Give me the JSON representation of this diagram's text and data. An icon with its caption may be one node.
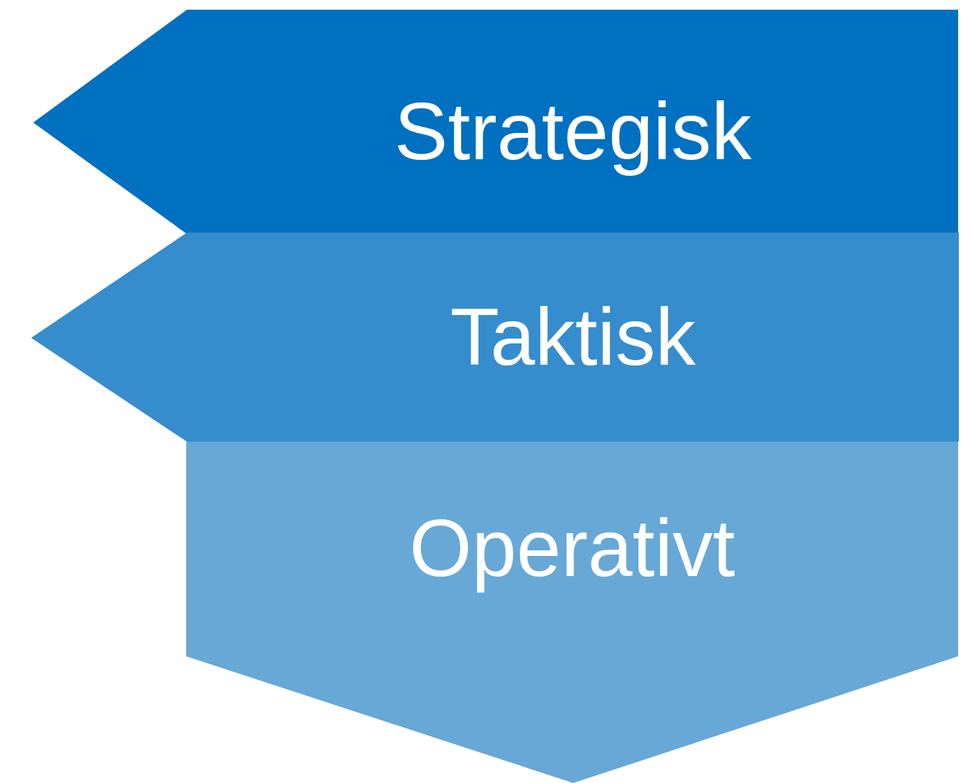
{
  "diagram": {
    "nodes": [
      {
        "text": [
          "Strategisk"
        ]
      },
      {
        "text": [
          "Taktisk"
        ]
      },
      {
        "text": [
          "Operativt"
        ]
      }
    ]
  }
}
